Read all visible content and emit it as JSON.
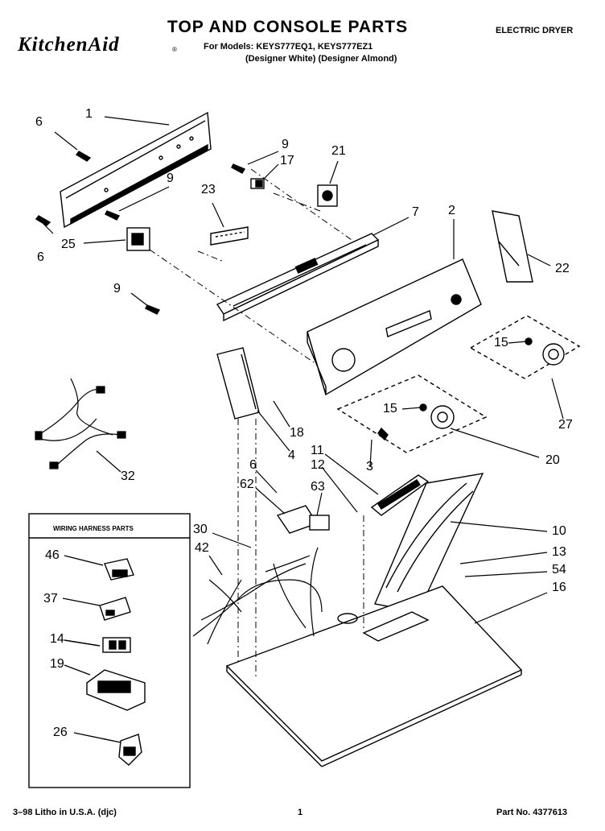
{
  "header": {
    "brand": "KitchenAid",
    "brand_mark": "®",
    "title": "TOP AND CONSOLE PARTS",
    "models_line": "For Models: KEYS777EQ1, KEYS777EZ1",
    "variants_line": "(Designer White) (Designer Almond)",
    "appliance_type": "ELECTRIC DRYER"
  },
  "legend": {
    "title": "WIRING HARNESS PARTS"
  },
  "callouts": {
    "c1": "1",
    "c2": "2",
    "c3": "3",
    "c4": "4",
    "c6a": "6",
    "c6b": "6",
    "c6c": "6",
    "c7": "7",
    "c9a": "9",
    "c9b": "9",
    "c9c": "9",
    "c10": "10",
    "c11": "11",
    "c12": "12",
    "c13": "13",
    "c14": "14",
    "c15a": "15",
    "c15b": "15",
    "c16": "16",
    "c17": "17",
    "c18": "18",
    "c19": "19",
    "c20": "20",
    "c21": "21",
    "c22": "22",
    "c23": "23",
    "c25": "25",
    "c26": "26",
    "c27": "27",
    "c30": "30",
    "c32": "32",
    "c37": "37",
    "c42": "42",
    "c46": "46",
    "c54": "54",
    "c62": "62",
    "c63": "63"
  },
  "footer": {
    "litho": "3–98 Litho in U.S.A. (djc)",
    "page": "1",
    "part_no": "Part No. 4377613"
  }
}
